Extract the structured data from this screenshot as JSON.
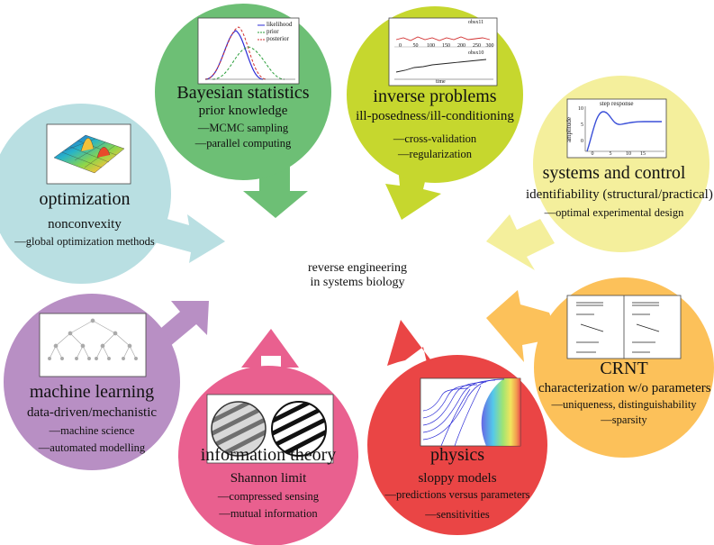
{
  "center": {
    "line1": "reverse engineering",
    "line2": "in systems biology"
  },
  "topics": {
    "bayes": {
      "title": "Bayesian statistics",
      "subtitle": "prior knowledge",
      "items": [
        "—MCMC sampling",
        "—parallel computing"
      ],
      "color": "#6dbf75",
      "thumb": {
        "legend": [
          "likelihood",
          "prior",
          "posterior"
        ]
      }
    },
    "inverse": {
      "title": "inverse problems",
      "subtitle": "ill-posedness/ill-conditioning",
      "items": [
        "—cross-validation",
        "—regularization"
      ],
      "color": "#c6d72e",
      "thumb": {
        "ticks": [
          "0",
          "50",
          "100",
          "150",
          "200",
          "250",
          "300"
        ],
        "labels": [
          "obsx11",
          "obsx10",
          "time"
        ]
      }
    },
    "systems": {
      "title": "systems and control",
      "subtitle": "identifiability (structural/practical)",
      "items": [
        "—optimal experimental design"
      ],
      "color": "#f4ef9c",
      "thumb": {
        "title": "step response",
        "ylabel": "amplitude",
        "xticks": [
          "0",
          "5",
          "10",
          "15"
        ],
        "yticks": [
          "0",
          "5",
          "10"
        ]
      }
    },
    "crnt": {
      "title": "CRNT",
      "subtitle": "characterization w/o parameters",
      "items": [
        "—uniqueness, distinguishability",
        "—sparsity"
      ],
      "color": "#fcc15a"
    },
    "physics": {
      "title": "physics",
      "subtitle": "sloppy models",
      "items": [
        "—predictions versus parameters",
        "—sensitivities"
      ],
      "color": "#ea4545"
    },
    "info": {
      "title": "information theory",
      "subtitle": "Shannon limit",
      "items": [
        "—compressed sensing",
        "—mutual information"
      ],
      "color": "#e9608f"
    },
    "ml": {
      "title": "machine learning",
      "subtitle": "data-driven/mechanistic",
      "items": [
        "—machine science",
        "—automated modelling"
      ],
      "color": "#b88fc4"
    },
    "optim": {
      "title": "optimization",
      "subtitle": "nonconvexity",
      "items": [
        "—global optimization methods"
      ],
      "color": "#b9dfe2"
    }
  }
}
